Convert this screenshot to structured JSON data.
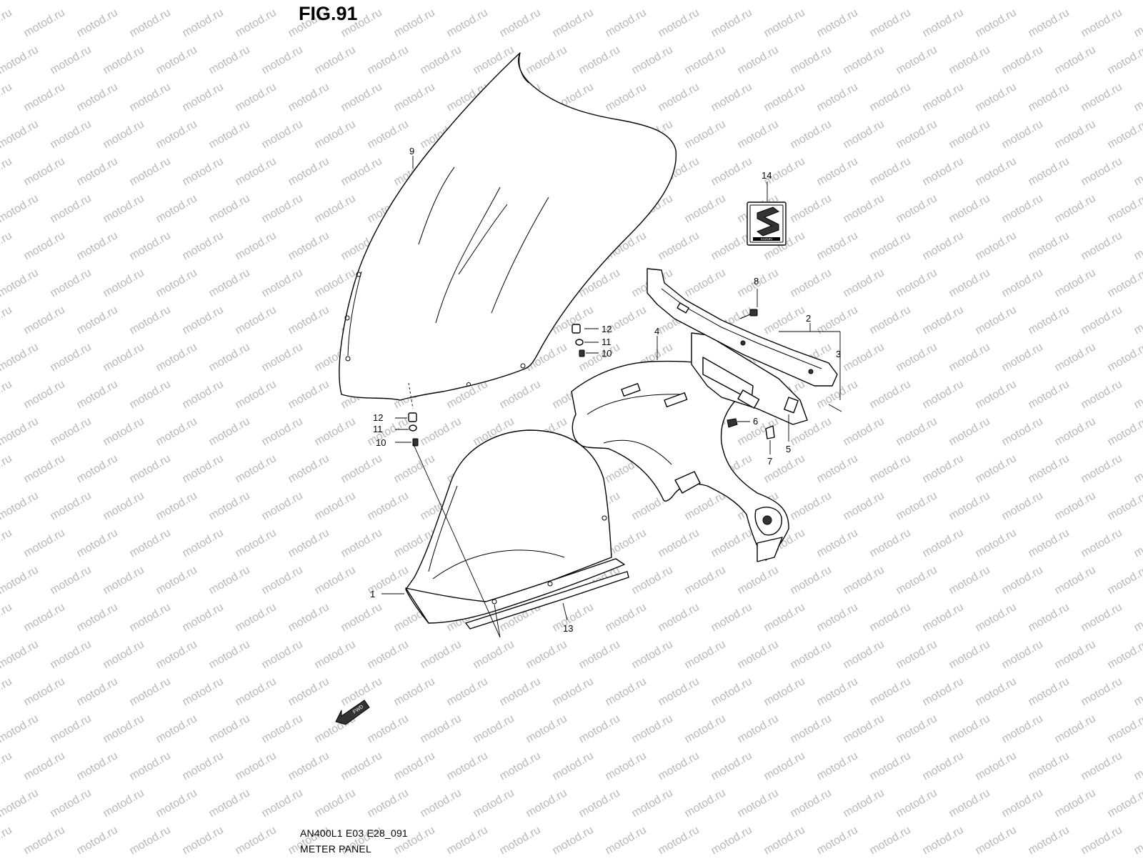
{
  "figure": {
    "title": "FIG.91",
    "code": "AN400L1 E03 E28_091",
    "name": "METER PANEL"
  },
  "watermark": {
    "text": "motod.ru",
    "color": "#b8b8b8"
  },
  "badges": {
    "fwd": "FWD",
    "emblem_text": "SUZUKI",
    "emblem_icon": "suzuki-s-logo-icon"
  },
  "callouts": [
    {
      "id": "c1",
      "label": "1"
    },
    {
      "id": "c2",
      "label": "2"
    },
    {
      "id": "c3",
      "label": "3"
    },
    {
      "id": "c4",
      "label": "4"
    },
    {
      "id": "c5",
      "label": "5"
    },
    {
      "id": "c6",
      "label": "6"
    },
    {
      "id": "c7",
      "label": "7"
    },
    {
      "id": "c8",
      "label": "8"
    },
    {
      "id": "c9",
      "label": "9"
    },
    {
      "id": "c10a",
      "label": "10"
    },
    {
      "id": "c10b",
      "label": "10"
    },
    {
      "id": "c11a",
      "label": "11"
    },
    {
      "id": "c11b",
      "label": "11"
    },
    {
      "id": "c12a",
      "label": "12"
    },
    {
      "id": "c12b",
      "label": "12"
    },
    {
      "id": "c13",
      "label": "13"
    },
    {
      "id": "c14",
      "label": "14"
    }
  ]
}
